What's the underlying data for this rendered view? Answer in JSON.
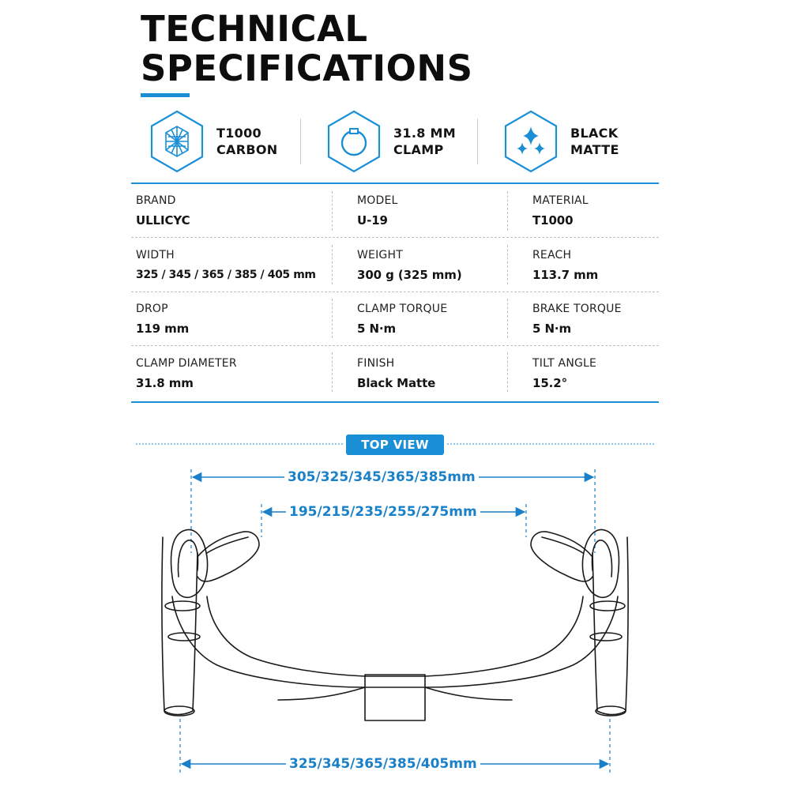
{
  "header": {
    "title_line1": "TECHNICAL",
    "title_line2": "SPECIFICATIONS"
  },
  "features": [
    {
      "icon": "carbon-weave-icon",
      "line1": "T1000",
      "line2": "CARBON"
    },
    {
      "icon": "clamp-ring-icon",
      "line1": "31.8 MM",
      "line2": "CLAMP"
    },
    {
      "icon": "sparkle-icon",
      "line1": "BLACK",
      "line2": "MATTE"
    }
  ],
  "specs": [
    {
      "label": "BRAND",
      "value": "ULLICYC"
    },
    {
      "label": "MODEL",
      "value": "U-19"
    },
    {
      "label": "MATERIAL",
      "value": "T1000"
    },
    {
      "label": "WIDTH",
      "value": "325 / 345 / 365 / 385 / 405 mm"
    },
    {
      "label": "WEIGHT",
      "value": "300 g (325 mm)"
    },
    {
      "label": "REACH",
      "value": "113.7 mm"
    },
    {
      "label": "DROP",
      "value": "119 mm"
    },
    {
      "label": "CLAMP TORQUE",
      "value": "5 N·m"
    },
    {
      "label": "BRAKE TORQUE",
      "value": "5 N·m"
    },
    {
      "label": "CLAMP DIAMETER",
      "value": "31.8 mm"
    },
    {
      "label": "FINISH",
      "value": "Black Matte"
    },
    {
      "label": "TILT ANGLE",
      "value": "15.2°"
    }
  ],
  "top_view": {
    "badge": "TOP VIEW",
    "dim_outer_top": "305/325/345/365/385mm",
    "dim_inner": "195/215/235/255/275mm",
    "dim_bottom": "325/345/365/385/405mm"
  },
  "colors": {
    "accent": "#1a8fd6",
    "dimension": "#1a80c8",
    "text": "#111111"
  }
}
